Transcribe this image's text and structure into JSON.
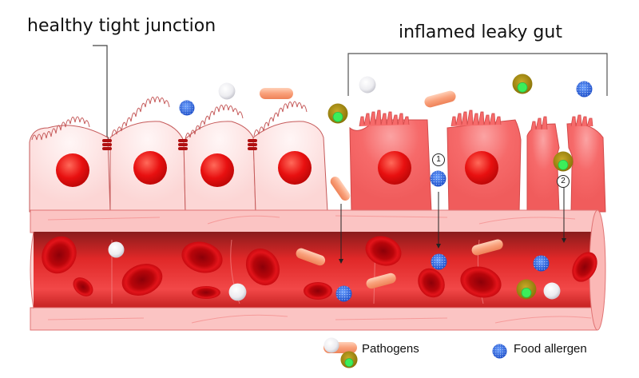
{
  "titles": {
    "healthy": "healthy tight junction",
    "leaky": "inflamed leaky gut"
  },
  "markers": {
    "one": "1",
    "two": "2"
  },
  "legend": {
    "pathogens": "Pathogens",
    "food_allergen": "Food allergen"
  },
  "colors": {
    "healthy_cell": "#fde0df",
    "inflamed_cell": "#f66f6f",
    "nucleus": "#e01010",
    "vessel_wall": "#fbc4c3",
    "blood": "#d92a2a",
    "rbc": "#c8070b",
    "bacteria": "#f7a07a",
    "allergen": "#2a62d8",
    "pathogen_outer": "#a08a14",
    "pathogen_inner": "#3bee5a",
    "leukocyte": "#eeeeee",
    "tight_junction": "#b01010"
  }
}
